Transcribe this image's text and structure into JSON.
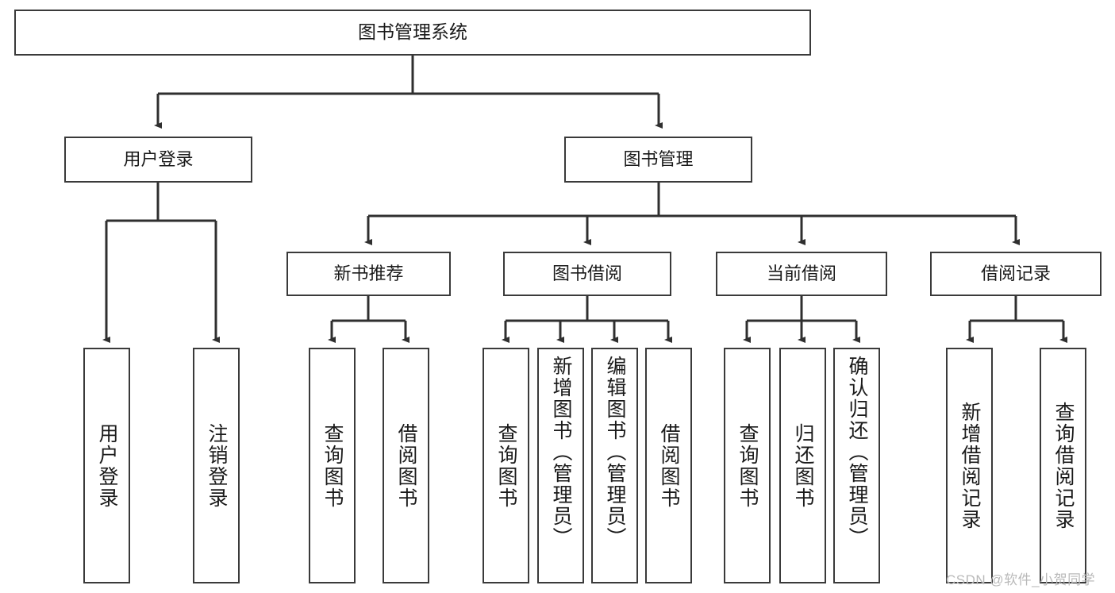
{
  "diagram": {
    "title": "图书管理系统",
    "type": "hierarchy-tree",
    "colors": {
      "box_stroke": "#3a3a3a",
      "box_fill": "#ffffff",
      "edge": "#2f2f2f",
      "text": "#1a1a1a",
      "watermark": "#b9b9b9"
    },
    "levels": {
      "root": {
        "label": "图书管理系统"
      },
      "level2": [
        {
          "label": "用户登录"
        },
        {
          "label": "图书管理"
        }
      ],
      "level3": [
        {
          "label": "新书推荐"
        },
        {
          "label": "图书借阅"
        },
        {
          "label": "当前借阅"
        },
        {
          "label": "借阅记录"
        }
      ],
      "leaves": {
        "user_login": [
          {
            "label": "用户登录"
          },
          {
            "label": "注销登录"
          }
        ],
        "new_book_recommend": [
          {
            "label": "查询图书"
          },
          {
            "label": "借阅图书"
          }
        ],
        "book_borrow": [
          {
            "label": "查询图书"
          },
          {
            "label": "新增图书（管理员）"
          },
          {
            "label": "编辑图书（管理员）"
          },
          {
            "label": "借阅图书"
          }
        ],
        "current_borrow": [
          {
            "label": "查询图书"
          },
          {
            "label": "归还图书"
          },
          {
            "label": "确认归还（管理员）"
          }
        ],
        "borrow_record": [
          {
            "label": "新增借阅记录"
          },
          {
            "label": "查询借阅记录"
          }
        ]
      }
    },
    "watermark": "CSDN @软件_小贺同学"
  }
}
